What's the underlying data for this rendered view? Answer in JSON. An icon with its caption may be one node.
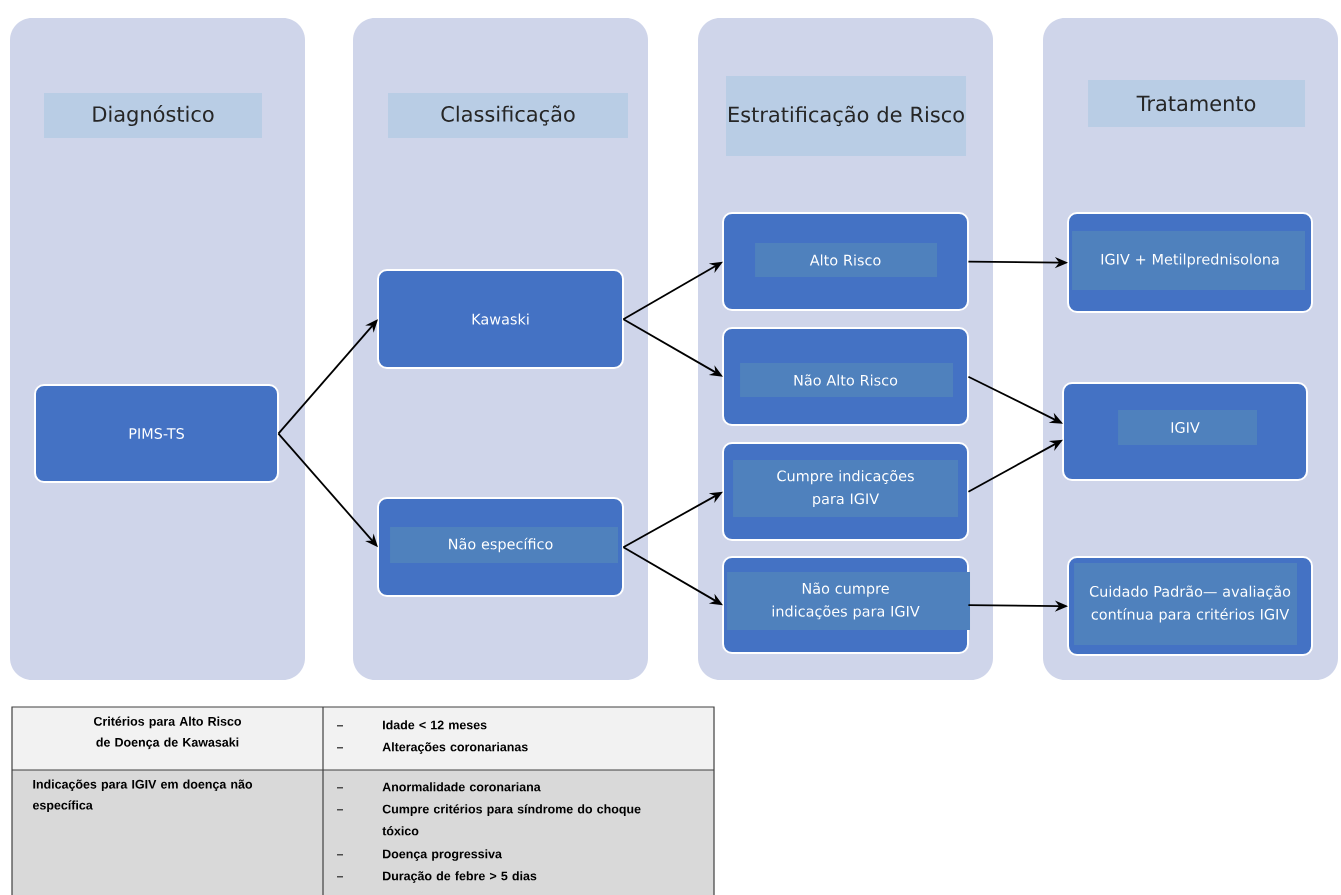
{
  "diagram": {
    "nodes": [
      {
        "text": [
          "Diagnóstico"
        ]
      },
      {
        "text": [
          "Classificação"
        ]
      },
      {
        "text": [
          "Estratificação de Risco"
        ]
      },
      {
        "text": [
          "Tratamento"
        ]
      },
      {
        "text": [
          "PIMS-TS"
        ],
        "in": 0
      },
      {
        "text": [
          "Kawaski"
        ],
        "in": 1
      },
      {
        "text": [
          "Não específico"
        ],
        "in": 1
      },
      {
        "text": [
          "Alto Risco"
        ],
        "in": 2
      },
      {
        "text": [
          "Não Alto Risco"
        ],
        "in": 2
      },
      {
        "text": [
          "Cumpre indicações para IGIV"
        ],
        "in": 2
      },
      {
        "text": [
          "Não cumpre indicações para IGIV"
        ],
        "in": 2
      },
      {
        "text": [
          "IGIV + Metilprednisolona"
        ],
        "in": 3
      },
      {
        "text": [
          "IGIV"
        ],
        "in": 3
      },
      {
        "text": [
          "Cuidado Padrão— avaliação contínua para critérios IGIV"
        ],
        "in": 3
      }
    ],
    "edges": [
      {
        "from": 4,
        "to": 5,
        "arrow": "to"
      },
      {
        "from": 4,
        "to": 6,
        "arrow": "to"
      },
      {
        "from": 5,
        "to": 7,
        "arrow": "to"
      },
      {
        "from": 5,
        "to": 8,
        "arrow": "to"
      },
      {
        "from": 6,
        "to": 9,
        "arrow": "to"
      },
      {
        "from": 6,
        "to": 10,
        "arrow": "to"
      },
      {
        "from": 7,
        "to": 11,
        "arrow": "to"
      },
      {
        "from": 8,
        "to": 12,
        "arrow": "to"
      },
      {
        "from": 9,
        "to": 12,
        "arrow": "to"
      },
      {
        "from": 10,
        "to": 13,
        "arrow": "to"
      }
    ],
    "labels": [
      "Critérios para Alto Risco de Doença de Kawasaki",
      "Idade < 12 meses",
      "Alterações coronarianas",
      "Indicações para IGIV em doença não específica",
      "Anormalidade coronariana",
      "Cumpre critérios para síndrome do choque tóxico",
      "Doença progressiva",
      "Duração de febre > 5 dias"
    ]
  }
}
